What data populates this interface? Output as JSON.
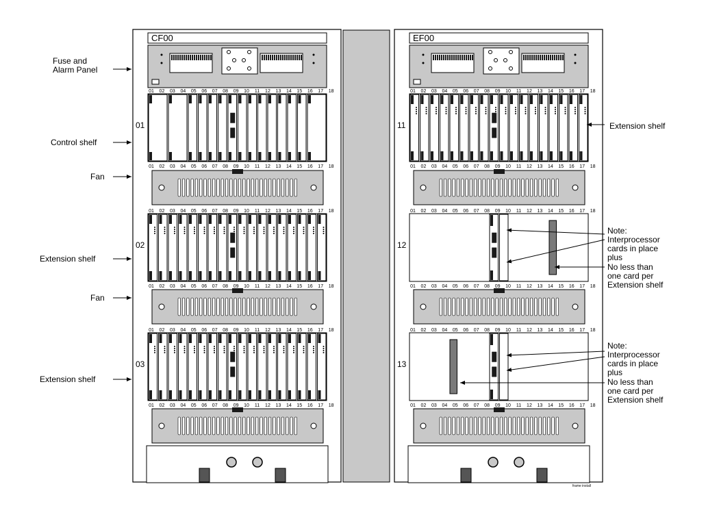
{
  "frames": [
    {
      "title": "CF00",
      "shelves": [
        {
          "number": "01",
          "kind": "control"
        },
        {
          "number": "02",
          "kind": "full"
        },
        {
          "number": "03",
          "kind": "full"
        }
      ]
    },
    {
      "title": "EF00",
      "shelves": [
        {
          "number": "11",
          "kind": "full"
        },
        {
          "number": "12",
          "kind": "sparse",
          "extra_slot": 14
        },
        {
          "number": "13",
          "kind": "sparse",
          "extra_slot": 4
        }
      ]
    }
  ],
  "slot_labels": [
    "01",
    "02",
    "03",
    "04",
    "05",
    "06",
    "07",
    "08",
    "09",
    "10",
    "11",
    "12",
    "13",
    "14",
    "15",
    "16",
    "17",
    "18"
  ],
  "left_labels": {
    "fuse": "Fuse and\nAlarm Panel",
    "control": "Control shelf",
    "fan1": "Fan",
    "ext1": "Extension shelf",
    "fan2": "Fan",
    "ext2": "Extension shelf"
  },
  "right_labels": {
    "ext": "Extension shelf",
    "note1": "Note:\nInterprocessor\ncards in place\nplus",
    "nolessthan1": "No less than\none card per\nExtension shelf",
    "note2": "Note:\nInterprocessor\ncards in place\nplus",
    "nolessthan2": "No less than\none card per\nExtension shelf"
  },
  "caption": "frame install",
  "colors": {
    "frame_fill": "#ffffff",
    "gray": "#c8c8c8",
    "dark": "#1a1a1a",
    "card_gray": "#7a7a7a"
  }
}
